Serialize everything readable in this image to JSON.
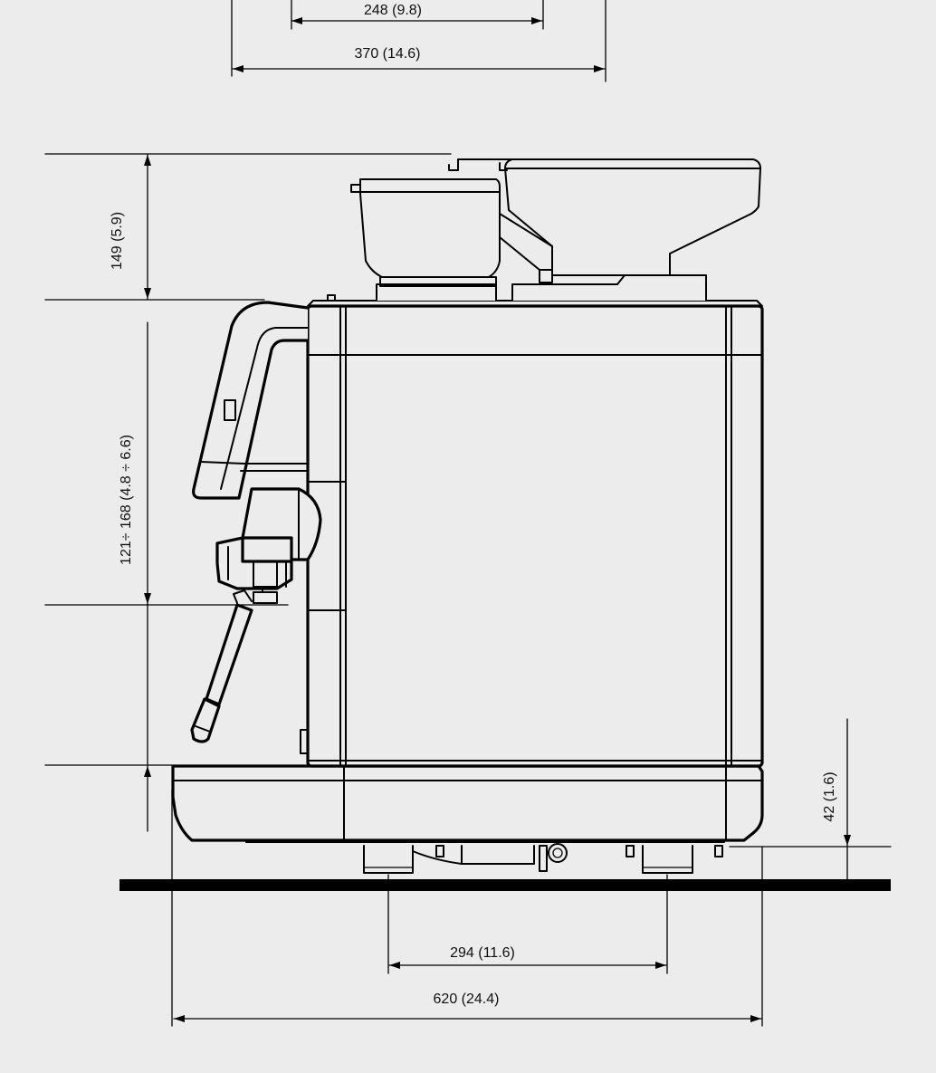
{
  "dimensions": {
    "top_inner": "248 (9.8)",
    "top_outer": "370 (14.6)",
    "hopper_height": "149 (5.9)",
    "spout_range": "121÷ 168 (4.8 ÷ 6.6)",
    "feet_height": "42 (1.6)",
    "feet_spacing": "294 (11.6)",
    "total_depth": "620 (24.4)"
  }
}
